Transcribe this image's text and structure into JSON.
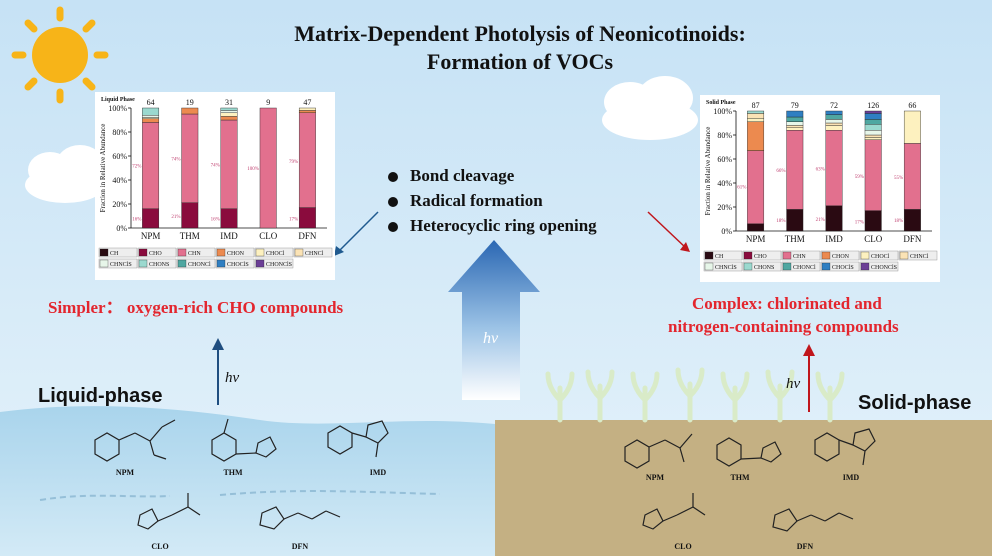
{
  "title": {
    "line1": "Matrix-Dependent Photolysis of Neonicotinoids:",
    "line2": "Formation of VOCs"
  },
  "mechanisms": [
    "Bond cleavage",
    "Radical formation",
    "Heterocyclic ring opening"
  ],
  "liquid": {
    "phase_label": "Liquid-phase",
    "result": "Simpler： oxygen-rich CHO compounds",
    "hv": "hv"
  },
  "solid": {
    "phase_label": "Solid-phase",
    "result_line1": "Complex: chlorinated and",
    "result_line2": "nitrogen-containing compounds",
    "hv": "hv"
  },
  "center_hv": "hv",
  "compounds": [
    "NPM",
    "THM",
    "IMD",
    "CLO",
    "DFN"
  ],
  "colors": {
    "CH": "#2a0a12",
    "CHO": "#8a0b3d",
    "CHN": "#e2708e",
    "CHON": "#ec8a4f",
    "CHOCl": "#fdf1bf",
    "CHNCl": "#fbe3b5",
    "CHNClS": "#e7f6e9",
    "CHONS": "#9bd9cf",
    "CHONCl": "#4fa7a1",
    "CHOClS": "#2f7fc2",
    "CHONClS": "#6b3e96"
  },
  "chart_data": [
    {
      "type": "bar",
      "title": "Liquid Phase",
      "ylabel": "Fraction in Relative Abundance",
      "ylim": [
        0,
        100
      ],
      "yticks": [
        "0%",
        "20%",
        "40%",
        "60%",
        "80%",
        "100%"
      ],
      "categories": [
        "NPM",
        "THM",
        "IMD",
        "CLO",
        "DFN"
      ],
      "totals": [
        "64",
        "19",
        "31",
        "9",
        "47"
      ],
      "series": [
        {
          "name": "CH",
          "values": [
            0,
            0,
            0,
            0,
            0
          ]
        },
        {
          "name": "CHO",
          "values": [
            16,
            21,
            16,
            0,
            17
          ]
        },
        {
          "name": "CHN",
          "values": [
            72,
            74,
            74,
            100,
            79
          ]
        },
        {
          "name": "CHON",
          "values": [
            3,
            5,
            3,
            0,
            2
          ]
        },
        {
          "name": "CHOCl",
          "values": [
            1,
            0,
            3,
            0,
            2
          ]
        },
        {
          "name": "CHNCl",
          "values": [
            0,
            0,
            0,
            0,
            0
          ]
        },
        {
          "name": "CHNClS",
          "values": [
            2,
            0,
            2,
            0,
            0
          ]
        },
        {
          "name": "CHONS",
          "values": [
            6,
            0,
            2,
            0,
            0
          ]
        },
        {
          "name": "CHONCl",
          "values": [
            0,
            0,
            0,
            0,
            0
          ]
        },
        {
          "name": "CHOClS",
          "values": [
            0,
            0,
            0,
            0,
            0
          ]
        },
        {
          "name": "CHONClS",
          "values": [
            0,
            0,
            0,
            0,
            0
          ]
        }
      ],
      "labels": [
        {
          "cat": 0,
          "text": "16%",
          "at": 8
        },
        {
          "cat": 0,
          "text": "72%",
          "at": 52
        },
        {
          "cat": 1,
          "text": "21%",
          "at": 10
        },
        {
          "cat": 1,
          "text": "74%",
          "at": 58
        },
        {
          "cat": 2,
          "text": "16%",
          "at": 8
        },
        {
          "cat": 2,
          "text": "74%",
          "at": 53
        },
        {
          "cat": 3,
          "text": "100%",
          "at": 50
        },
        {
          "cat": 4,
          "text": "17%",
          "at": 8
        },
        {
          "cat": 4,
          "text": "79%",
          "at": 56
        }
      ]
    },
    {
      "type": "bar",
      "title": "Solid Phase",
      "ylabel": "Fraction in Relative Abundance",
      "ylim": [
        0,
        100
      ],
      "yticks": [
        "0%",
        "20%",
        "40%",
        "60%",
        "80%",
        "100%"
      ],
      "categories": [
        "NPM",
        "THM",
        "IMD",
        "CLO",
        "DFN"
      ],
      "totals": [
        "87",
        "79",
        "72",
        "126",
        "66"
      ],
      "series": [
        {
          "name": "CH",
          "values": [
            6,
            18,
            21,
            17,
            18
          ]
        },
        {
          "name": "CHO",
          "values": [
            0,
            0,
            0,
            0,
            0
          ]
        },
        {
          "name": "CHN",
          "values": [
            61,
            66,
            63,
            59,
            55
          ]
        },
        {
          "name": "CHON",
          "values": [
            24,
            0,
            0,
            0,
            0
          ]
        },
        {
          "name": "CHOCl",
          "values": [
            3,
            2,
            4,
            2,
            27
          ]
        },
        {
          "name": "CHNCl",
          "values": [
            4,
            2,
            2,
            2,
            0
          ]
        },
        {
          "name": "CHNClS",
          "values": [
            0,
            3,
            3,
            4,
            0
          ]
        },
        {
          "name": "CHONS",
          "values": [
            2,
            0,
            0,
            5,
            0
          ]
        },
        {
          "name": "CHONCl",
          "values": [
            0,
            4,
            4,
            4,
            0
          ]
        },
        {
          "name": "CHOClS",
          "values": [
            0,
            5,
            3,
            5,
            0
          ]
        },
        {
          "name": "CHONClS",
          "values": [
            0,
            0,
            0,
            2,
            0
          ]
        }
      ],
      "labels": [
        {
          "cat": 0,
          "text": "61%",
          "at": 37
        },
        {
          "cat": 1,
          "text": "18%",
          "at": 9
        },
        {
          "cat": 1,
          "text": "66%",
          "at": 51
        },
        {
          "cat": 2,
          "text": "21%",
          "at": 10
        },
        {
          "cat": 2,
          "text": "63%",
          "at": 52
        },
        {
          "cat": 3,
          "text": "17%",
          "at": 8
        },
        {
          "cat": 3,
          "text": "59%",
          "at": 46
        },
        {
          "cat": 4,
          "text": "18%",
          "at": 9
        },
        {
          "cat": 4,
          "text": "55%",
          "at": 45
        }
      ]
    }
  ],
  "legend": {
    "row1": [
      "CH",
      "CHO",
      "CHN",
      "CHON",
      "CHOCl",
      "CHNCl"
    ],
    "row2": [
      "CHNClS",
      "CHONS",
      "CHONCl",
      "CHOClS",
      "CHONClS"
    ]
  }
}
